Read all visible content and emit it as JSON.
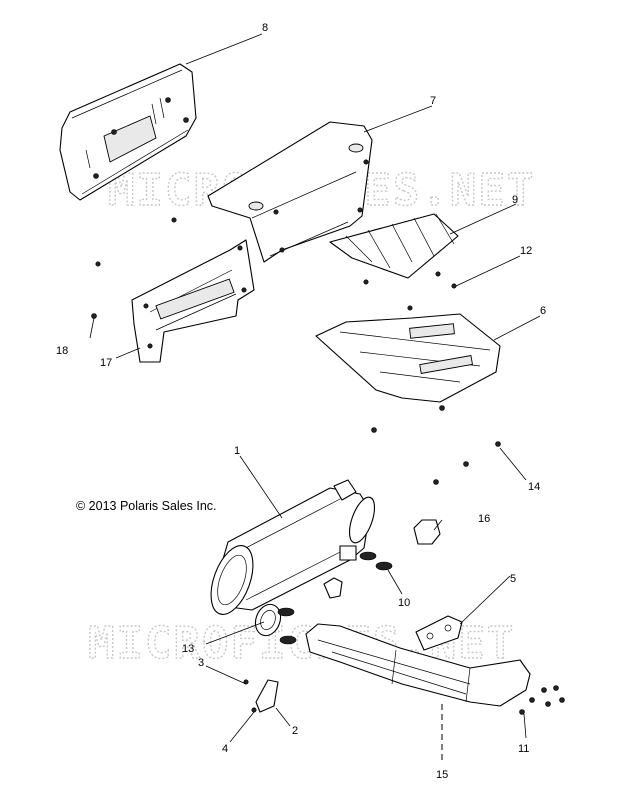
{
  "copyright": "© 2013 Polaris Sales Inc.",
  "watermark": "MICROFICHES.NET",
  "callouts": [
    "1",
    "2",
    "3",
    "4",
    "5",
    "6",
    "7",
    "8",
    "9",
    "10",
    "11",
    "12",
    "13",
    "14",
    "15",
    "16",
    "17",
    "18"
  ],
  "colors": {
    "line": "#000000",
    "watermark": "#c8c8c8",
    "background": "#ffffff"
  }
}
